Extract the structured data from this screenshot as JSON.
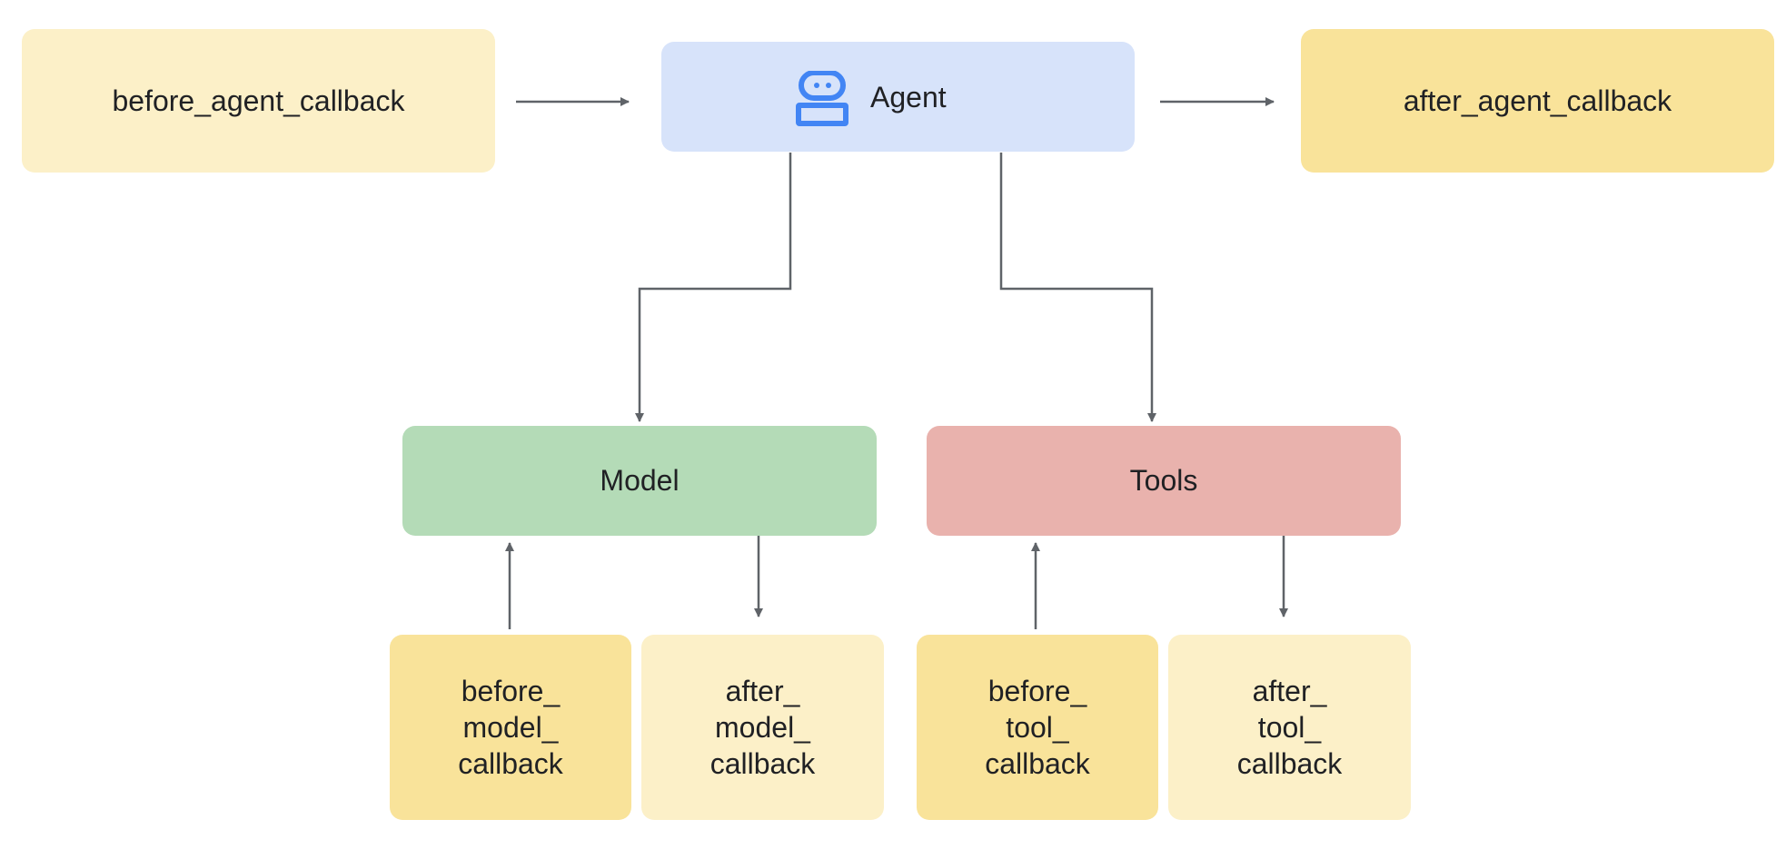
{
  "diagram": {
    "before_agent": "before_agent_callback",
    "agent": "Agent",
    "after_agent": "after_agent_callback",
    "model": "Model",
    "tools": "Tools",
    "before_model": [
      "before_",
      "model_",
      "callback"
    ],
    "after_model": [
      "after_",
      "model_",
      "callback"
    ],
    "before_tool": [
      "before_",
      "tool_",
      "callback"
    ],
    "after_tool": [
      "after_",
      "tool_",
      "callback"
    ]
  },
  "icons": {
    "agent": "robot-icon"
  },
  "colors": {
    "agent": "#D7E3FA",
    "model": "#B4DBB7",
    "tools": "#E9B2AD",
    "callback_light": "#FCF0C8",
    "callback_dark": "#F9E39A",
    "connector": "#5F6368",
    "icon": "#4285F4"
  }
}
